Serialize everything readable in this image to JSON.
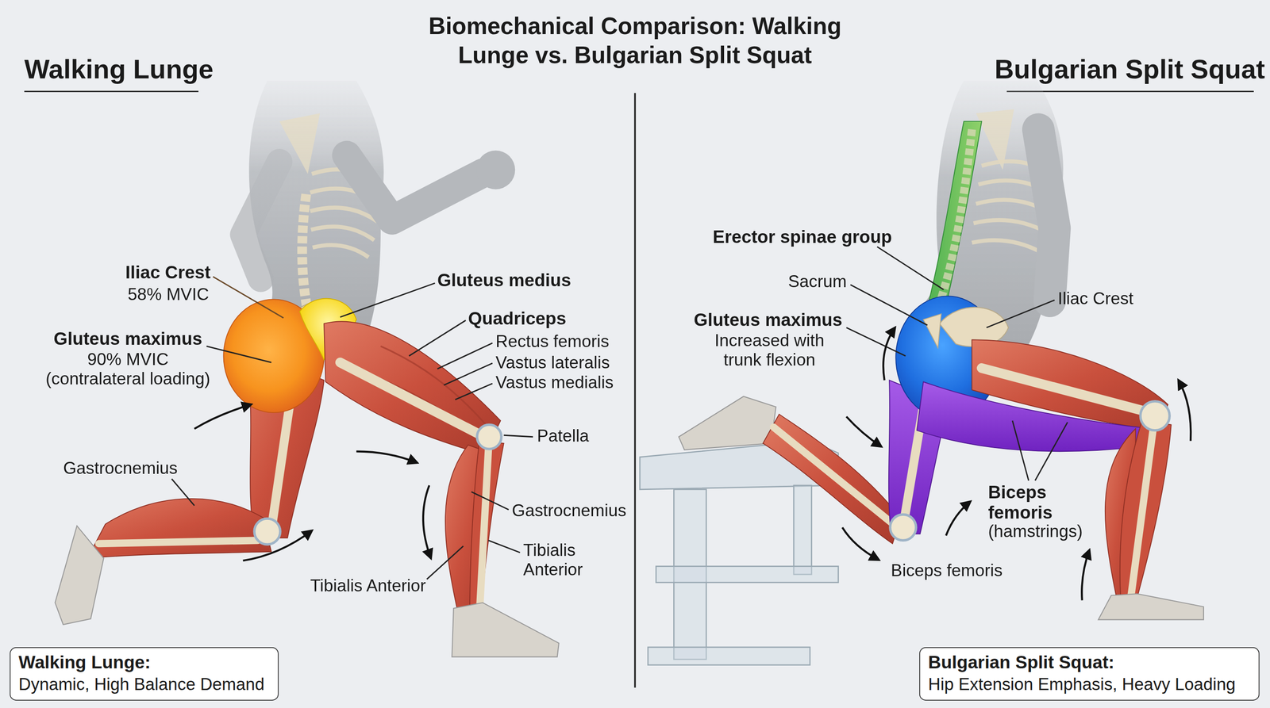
{
  "diagram": {
    "title": "Biomechanical Comparison: Walking Lunge vs. Bulgarian Split Squat",
    "nodes": [
      {
        "text": [
          "Walking Lunge:",
          "Dynamic, High Balance Demand"
        ]
      },
      {
        "text": [
          "Bulgarian Split Squat:",
          "Hip Extension Emphasis, Heavy Loading"
        ]
      }
    ],
    "labels": [
      "Walking Lunge",
      "Bulgarian Split Squat",
      "Iliac Crest",
      "58% MVIC",
      "Gluteus maximus",
      "90% MVIC (contralateral loading)",
      "Gluteus medius",
      "Quadriceps",
      "Rectus femoris",
      "Vastus lateralis",
      "Vastus medialis",
      "Patella",
      "Gastrocnemius",
      "Tibialis Anterior",
      "Tibialis Anterior",
      "Gastrocnemius",
      "Erector spinae group",
      "Sacrum",
      "Iliac Crest",
      "Gluteus maximus",
      "Increased with trunk flexion",
      "Biceps femoris",
      "(hamstrings)",
      "Biceps femoris"
    ]
  }
}
